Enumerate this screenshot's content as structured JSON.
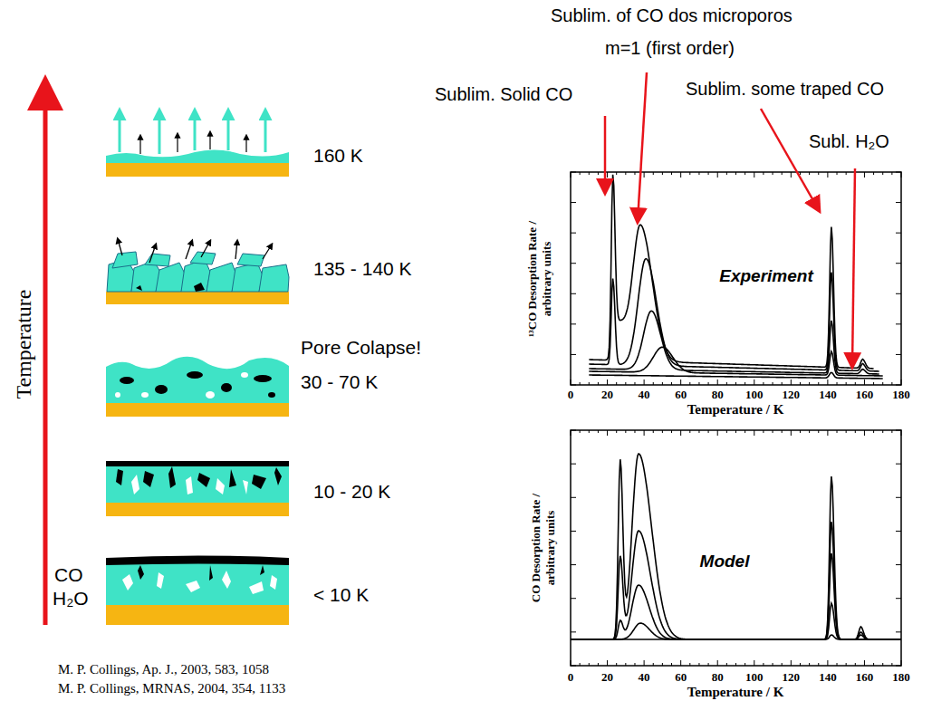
{
  "diagram": {
    "labels": [
      "Temperature",
      "160 K",
      "135 - 140 K",
      "Pore Colapse!",
      "30 - 70 K",
      "10 - 20 K",
      "CO",
      "H₂O",
      "< 10 K",
      "M. P. Collings, Ap. J., 2003, 583, 1058",
      "M. P. Collings, MRNAS, 2004, 354, 1133",
      "Sublim. of CO dos microporos",
      "m=1 (first order)",
      "Sublim. Solid CO",
      "Sublim. some traped CO",
      "Subl. H₂O",
      "¹³CO Desorption Rate / arbitrary units",
      "Experiment",
      "0",
      "20",
      "40",
      "60",
      "80",
      "100",
      "120",
      "140",
      "160",
      "180",
      "Temperature / K",
      "CO Desorption Rate / arbitrary units",
      "Model",
      "0",
      "20",
      "40",
      "60",
      "80",
      "100",
      "120",
      "140",
      "160",
      "180",
      "Temperature / K"
    ]
  }
}
